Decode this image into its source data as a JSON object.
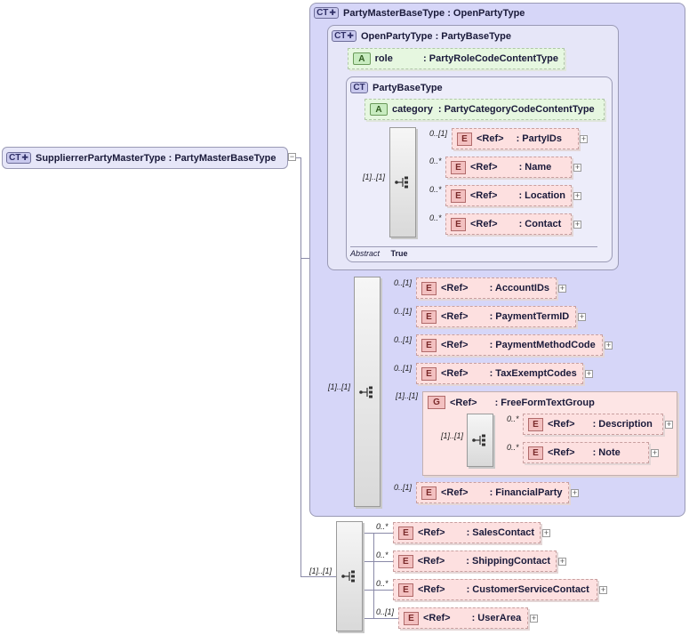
{
  "root": {
    "badge": "CT",
    "name": "SupplierrerPartyMasterType",
    "base": ": PartyMasterBaseType"
  },
  "master_base": {
    "badge": "CT",
    "name": "PartyMasterBaseType",
    "base": ": OpenPartyType"
  },
  "open_party": {
    "badge": "CT",
    "name": "OpenPartyType",
    "base": ": PartyBaseType"
  },
  "role_attr": {
    "badge": "A",
    "name": "role",
    "type": ": PartyRoleCodeContentType"
  },
  "party_base": {
    "badge": "CT",
    "name": "PartyBaseType",
    "abstract_label": "Abstract",
    "abstract_value": "True"
  },
  "category_attr": {
    "badge": "A",
    "name": "category",
    "type": ": PartyCategoryCodeContentType"
  },
  "ref_label": "<Ref>",
  "element_badge": "E",
  "group_badge": "G",
  "expand_glyph": "+",
  "party_base_seq": {
    "cardinality": "[1]..[1]",
    "elements": [
      {
        "card": "0..[1]",
        "name": ": PartyIDs"
      },
      {
        "card": "0..*",
        "name": ": Name"
      },
      {
        "card": "0..*",
        "name": ": Location"
      },
      {
        "card": "0..*",
        "name": ": Contact"
      }
    ]
  },
  "master_seq": {
    "cardinality": "[1]..[1]",
    "elements": [
      {
        "card": "0..[1]",
        "name": ": AccountIDs"
      },
      {
        "card": "0..[1]",
        "name": ": PaymentTermID"
      },
      {
        "card": "0..[1]",
        "name": ": PaymentMethodCode"
      },
      {
        "card": "0..[1]",
        "name": ": TaxExemptCodes"
      },
      {
        "card": "0..[1]",
        "name": ": FinancialParty"
      }
    ],
    "group": {
      "card": "[1]..[1]",
      "name": ": FreeFormTextGroup",
      "seq_card": "[1]..[1]",
      "elements": [
        {
          "card": "0..*",
          "name": ": Description"
        },
        {
          "card": "0..*",
          "name": ": Note"
        }
      ]
    }
  },
  "supplier_seq": {
    "cardinality": "[1]..[1]",
    "elements": [
      {
        "card": "0..*",
        "name": ": SalesContact"
      },
      {
        "card": "0..*",
        "name": ": ShippingContact"
      },
      {
        "card": "0..*",
        "name": ": CustomerServiceContact"
      },
      {
        "card": "0..[1]",
        "name": ": UserArea"
      }
    ]
  }
}
